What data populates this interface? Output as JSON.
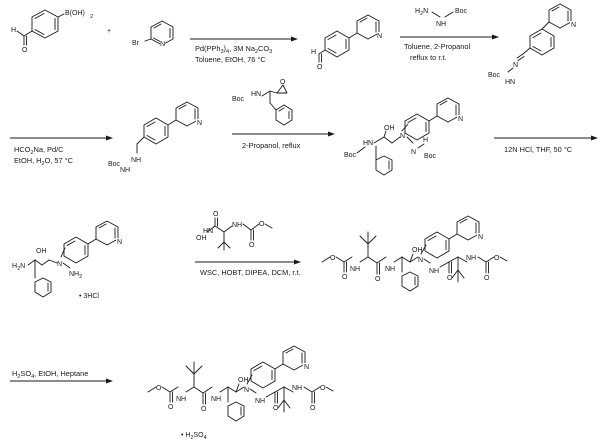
{
  "labels": {
    "boronic_acid": "B(OH)",
    "boronic_sub": "2",
    "plus": "+",
    "br": "Br",
    "n": "N",
    "o": "O",
    "h": "H",
    "oh": "OH",
    "nh": "NH",
    "hn": "HN",
    "h2n": "H",
    "h2n_2": "2",
    "h2n_n": "N",
    "nh2": "NH",
    "nh2_2": "2",
    "boc": "Boc",
    "hcl": "• 3HCl",
    "h2so4_a": "• H",
    "h2so4_b": "2",
    "h2so4_c": "SO",
    "h2so4_d": "4"
  },
  "conditions": {
    "step1": {
      "line1": "Pd(PPh3)4, 3M Na2CO3",
      "line2": "Toluene, EtOH, 76 °C"
    },
    "step2": {
      "above": "H2N–NH–Boc",
      "line1": "Toluene, 2-Propanol",
      "line2": "reflux to r.t."
    },
    "step3": {
      "line1": "HCO2Na, Pd/C",
      "line2": "EtOH, H2O, 57 °C"
    },
    "step4": {
      "line1": "2-Propanol, reflux"
    },
    "step5": {
      "line1": "12N HCl, THF, 50 °C"
    },
    "step6": {
      "line1": "WSC, HOBT, DIPEA, DCM, r.t."
    },
    "step7": {
      "line1": "H2SO4, EtOH, Heptane"
    }
  }
}
